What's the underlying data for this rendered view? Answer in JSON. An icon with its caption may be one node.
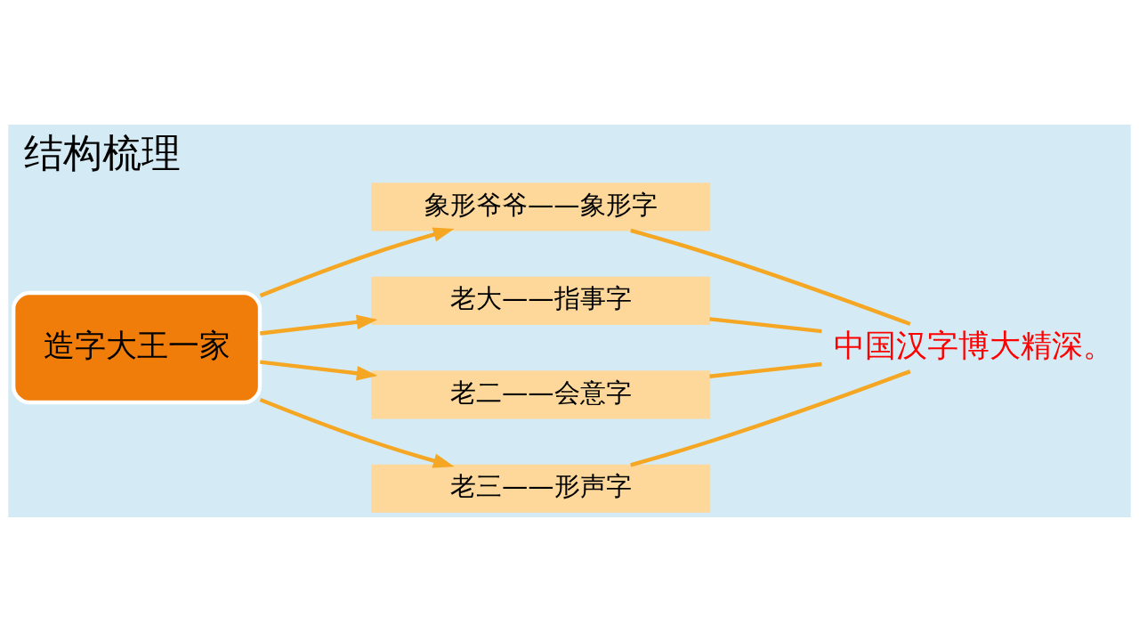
{
  "diagram": {
    "title": "结构梳理",
    "nodes": [
      {
        "text": [
          "造字大王一家"
        ]
      },
      {
        "text": [
          "象形爷爷——象形字"
        ]
      },
      {
        "text": [
          "老大——指事字"
        ]
      },
      {
        "text": [
          "老二——会意字"
        ]
      },
      {
        "text": [
          "老三——形声字"
        ]
      },
      {
        "text": [
          "中国汉字博大精深。"
        ]
      }
    ],
    "edges": [
      {
        "from": 0,
        "to": 1,
        "arrow": "to"
      },
      {
        "from": 0,
        "to": 2,
        "arrow": "to"
      },
      {
        "from": 0,
        "to": 3,
        "arrow": "to"
      },
      {
        "from": 0,
        "to": 4,
        "arrow": "to"
      },
      {
        "from": 1,
        "to": 5,
        "arrow": "none"
      },
      {
        "from": 2,
        "to": 5,
        "arrow": "none"
      },
      {
        "from": 3,
        "to": 5,
        "arrow": "none"
      },
      {
        "from": 4,
        "to": 5,
        "arrow": "none"
      }
    ]
  }
}
